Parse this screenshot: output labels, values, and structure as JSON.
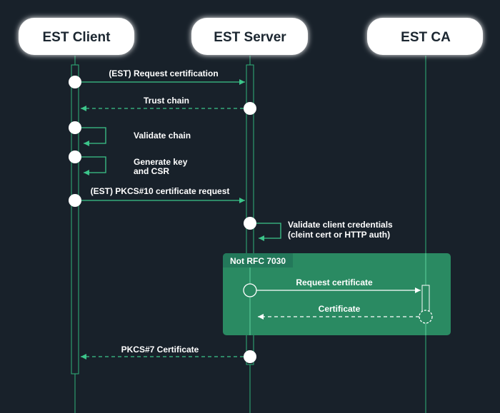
{
  "actors": {
    "client": "EST Client",
    "server": "EST Server",
    "ca": "EST CA"
  },
  "band": {
    "label": "Not RFC 7030"
  },
  "messages": {
    "request_cert": "(EST) Request certification",
    "trust_chain": "Trust chain",
    "validate_chain": "Validate chain",
    "generate_key_1": "Generate key",
    "generate_key_2": "and CSR",
    "pkcs10": "(EST) PKCS#10 certificate request",
    "validate_cred_1": "Validate client credentials",
    "validate_cred_2": "(cleint cert or HTTP auth)",
    "ca_request": "Request certificate",
    "ca_certificate": "Certificate",
    "pkcs7": "PKCS#7 Certificate"
  },
  "colors": {
    "background": "#18212a",
    "accent": "#2fb37a",
    "band": "#2a8a62",
    "band_header": "#23785a",
    "actor_box": "#ffffff"
  }
}
